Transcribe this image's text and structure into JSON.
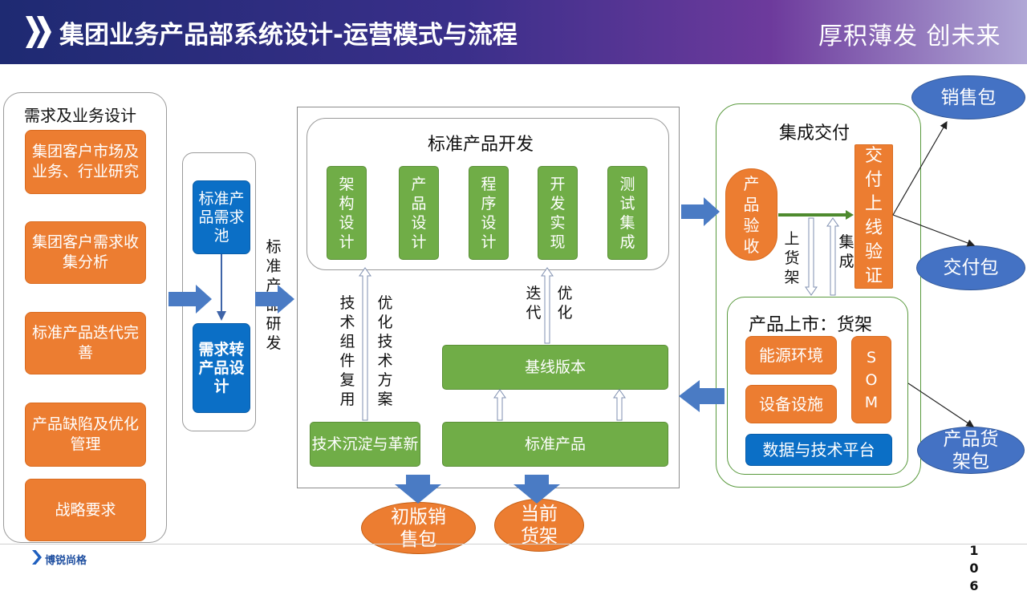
{
  "header": {
    "title": "集团业务产品部系统设计-运营模式与流程",
    "slogan": "厚积薄发  创未来"
  },
  "demand": {
    "title": "需求及业务设计",
    "items": [
      "集团客户市场及业务、行业研究",
      "集团客户需求收集分析",
      "标准产品迭代完善",
      "产品缺陷及优化管理",
      "战略要求"
    ]
  },
  "pool": {
    "top": "标准产品需求池",
    "bottom": "需求转产品设计"
  },
  "label_standard_dev": "标准产品研发",
  "dev": {
    "title": "标准产品开发",
    "steps": [
      "架构设计",
      "产品设计",
      "程序设计",
      "开发实现",
      "测试集成"
    ]
  },
  "labels": {
    "tech_reuse": "技术组件复用",
    "optimize_tech": "优化技术方案",
    "iterate": "迭代",
    "optimize": "优化",
    "on_shelf": "上货架",
    "integrate": "集成"
  },
  "baseline": "基线版本",
  "tech_innovation": "技术沉淀与革新",
  "standard_product": "标准产品",
  "outputs": {
    "first_sales": "初版销售包",
    "current_shelf": "当前货架"
  },
  "integration": {
    "title": "集成交付",
    "acceptance": "产品验收",
    "verify": "交付上线验证"
  },
  "market": {
    "title": "产品上市：货架",
    "energy": "能源环境",
    "equipment": "设备设施",
    "som": "SOM",
    "platform": "数据与技术平台"
  },
  "packages": {
    "sales": "销售包",
    "delivery": "交付包",
    "shelf": "产品货架包"
  },
  "footer": {
    "brand": "博锐尚格",
    "page": "106"
  },
  "colors": {
    "orange": "#ec7d31",
    "green": "#70ad47",
    "blue": "#0b6fc6",
    "oval_blue": "#4472c4",
    "arrow_blue": "#4a7bc4"
  }
}
